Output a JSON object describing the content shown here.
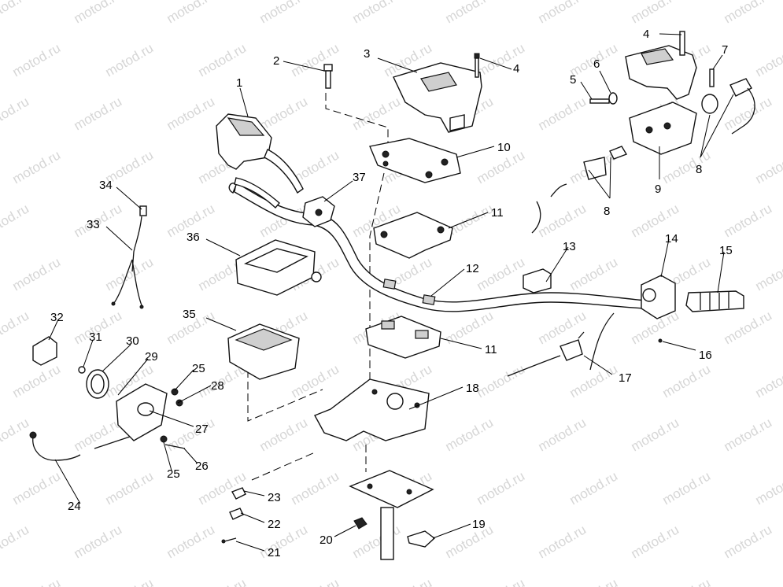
{
  "watermark": "motod.ru",
  "callouts": [
    "1",
    "2",
    "3",
    "4",
    "4",
    "5",
    "6",
    "7",
    "8",
    "8",
    "9",
    "10",
    "11",
    "11",
    "12",
    "13",
    "14",
    "15",
    "16",
    "17",
    "18",
    "19",
    "20",
    "21",
    "22",
    "23",
    "24",
    "25",
    "25",
    "26",
    "27",
    "28",
    "29",
    "30",
    "31",
    "32",
    "33",
    "34",
    "35",
    "36",
    "37"
  ]
}
